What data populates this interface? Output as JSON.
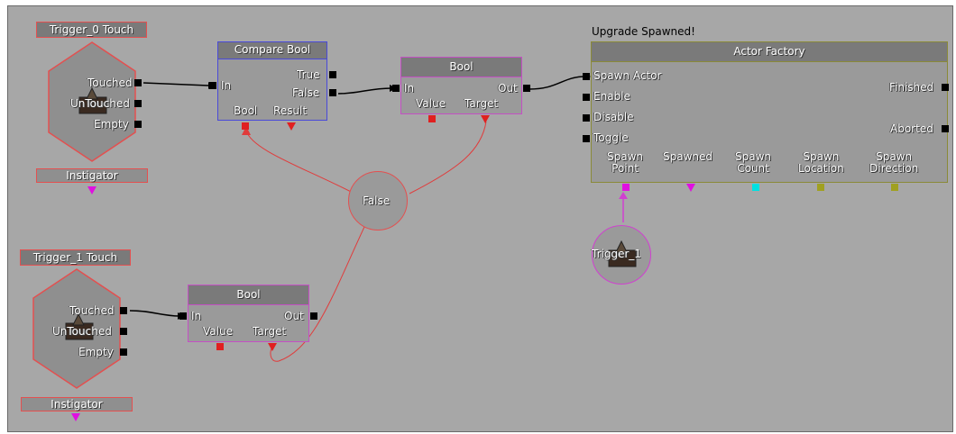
{
  "event_trigger_0": {
    "title": "Trigger_0 Touch",
    "outputs": [
      "Touched",
      "UnTouched",
      "Empty"
    ],
    "var_label": "Instigator"
  },
  "event_trigger_1": {
    "title": "Trigger_1 Touch",
    "outputs": [
      "Touched",
      "UnTouched",
      "Empty"
    ],
    "var_label": "Instigator"
  },
  "compare_bool": {
    "title": "Compare Bool",
    "input": "In",
    "outputs": [
      "True",
      "False"
    ],
    "vars": [
      "Bool",
      "Result"
    ]
  },
  "bool_top": {
    "title": "Bool",
    "input": "In",
    "output": "Out",
    "vars": [
      "Value",
      "Target"
    ]
  },
  "bool_bottom": {
    "title": "Bool",
    "input": "In",
    "output": "Out",
    "vars": [
      "Value",
      "Target"
    ]
  },
  "false_var": {
    "label": "False"
  },
  "trigger_1_var": {
    "label": "Trigger_1"
  },
  "actor_factory": {
    "comment": "Upgrade Spawned!",
    "title": "Actor Factory",
    "inputs": [
      "Spawn Actor",
      "Enable",
      "Disable",
      "Toggle"
    ],
    "outputs": [
      "Finished",
      "Aborted"
    ],
    "vars": [
      "Spawn\nPoint",
      "Spawned",
      "Spawn\nCount",
      "Spawn\nLocation",
      "Spawn\nDirection"
    ]
  },
  "colors": {
    "canvas": "#a7a7a7",
    "event_border": "#e35050",
    "compare_border": "#4a4ad8",
    "bool_border": "#c450c4",
    "factory_border": "#8a8a38",
    "wire_red": "#e03c3c",
    "wire_pink": "#d040d0",
    "plug_red": "#e02020",
    "plug_magenta": "#e010e0",
    "plug_cyan": "#00e0e0",
    "plug_olive": "#a0a020",
    "title_bg": "#7a7a7a"
  },
  "icons": [
    "trigger-actor-icon"
  ]
}
